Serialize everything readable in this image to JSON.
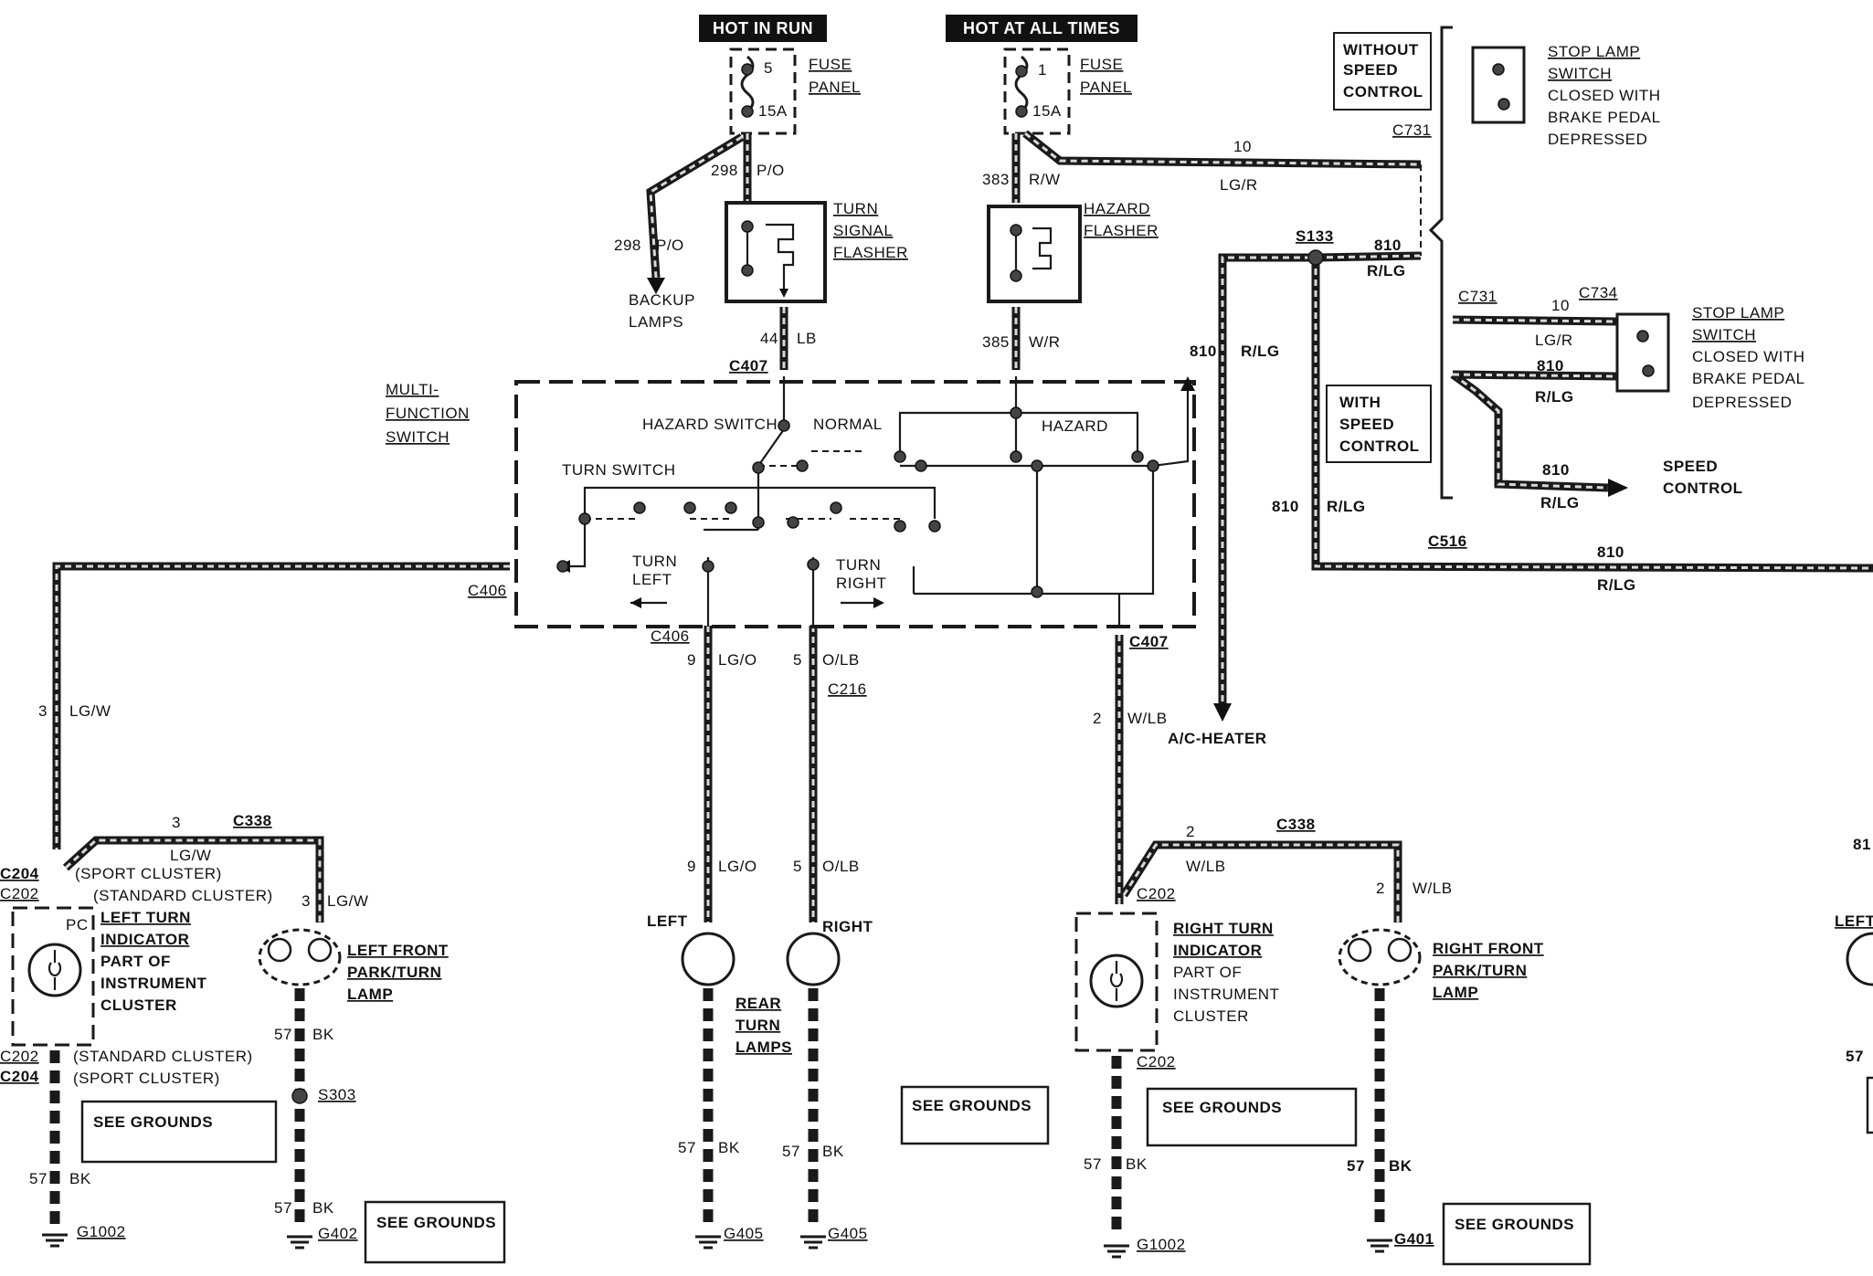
{
  "labels": {
    "hot_in_run": "HOT IN RUN",
    "hot_at_all_times": "HOT AT ALL TIMES",
    "fuse_panel_l1": "FUSE",
    "fuse_panel_l2": "PANEL",
    "fuse_5": "5",
    "fuse_1": "1",
    "amp_15a": "15A",
    "turn_signal_flasher": [
      "TURN",
      "SIGNAL",
      "FLASHER"
    ],
    "hazard_flasher": [
      "HAZARD",
      "FLASHER"
    ],
    "backup_lamps": [
      "BACKUP",
      "LAMPS"
    ],
    "multi_function_switch": [
      "MULTI-",
      "FUNCTION",
      "SWITCH"
    ],
    "hazard_switch": "HAZARD SWITCH",
    "normal": "NORMAL",
    "hazard": "HAZARD",
    "turn_switch": "TURN SWITCH",
    "turn_left": [
      "TURN",
      "LEFT"
    ],
    "turn_right": [
      "TURN",
      "RIGHT"
    ],
    "without_speed_control": [
      "WITHOUT",
      "SPEED",
      "CONTROL"
    ],
    "with_speed_control": [
      "WITH",
      "SPEED",
      "CONTROL"
    ],
    "stop_lamp_switch_top": [
      "STOP LAMP",
      "SWITCH",
      "CLOSED WITH",
      "BRAKE PEDAL",
      "DEPRESSED"
    ],
    "stop_lamp_switch_mid": [
      "STOP LAMP",
      "SWITCH",
      "CLOSED WITH",
      "BRAKE PEDAL",
      "DEPRESSED"
    ],
    "speed_control": [
      "SPEED",
      "CONTROL"
    ],
    "ac_heater": "A/C-HEATER",
    "sport_cluster": "(SPORT CLUSTER)",
    "standard_cluster": "(STANDARD CLUSTER)",
    "left_turn_indicator": [
      "LEFT TURN",
      "INDICATOR",
      "PART OF",
      "INSTRUMENT",
      "CLUSTER"
    ],
    "right_turn_indicator": [
      "RIGHT TURN",
      "INDICATOR",
      "PART OF",
      "INSTRUMENT",
      "CLUSTER"
    ],
    "left_front_lamp": [
      "LEFT FRONT",
      "PARK/TURN",
      "LAMP"
    ],
    "right_front_lamp": [
      "RIGHT FRONT",
      "PARK/TURN",
      "LAMP"
    ],
    "rear_turn_lamps": [
      "REAR",
      "TURN",
      "LAMPS"
    ],
    "left": "LEFT",
    "right": "RIGHT",
    "see_grounds": "SEE GROUNDS",
    "pc": "PC"
  },
  "connectors": {
    "c731": "C731",
    "c734": "C734",
    "s133": "S133",
    "c407": "C407",
    "c406": "C406",
    "c216": "C216",
    "c516": "C516",
    "c338": "C338",
    "c204": "C204",
    "c202": "C202",
    "s303": "S303",
    "g1002": "G1002",
    "g402": "G402",
    "g405": "G405",
    "g401": "G401"
  },
  "circuits": {
    "c298": "298",
    "po": "P/O",
    "c383": "383",
    "rw": "R/W",
    "c10": "10",
    "lgr": "LG/R",
    "c810": "810",
    "rlg": "R/LG",
    "c44": "44",
    "lb": "LB",
    "c385": "385",
    "wr": "W/R",
    "c3": "3",
    "lgw": "LG/W",
    "c9": "9",
    "lgo": "LG/O",
    "c5": "5",
    "olb": "O/LB",
    "c2": "2",
    "wlb": "W/LB",
    "c57": "57",
    "bk": "BK"
  },
  "right_edge_fragments": [
    "81",
    "LEFT",
    "57"
  ]
}
